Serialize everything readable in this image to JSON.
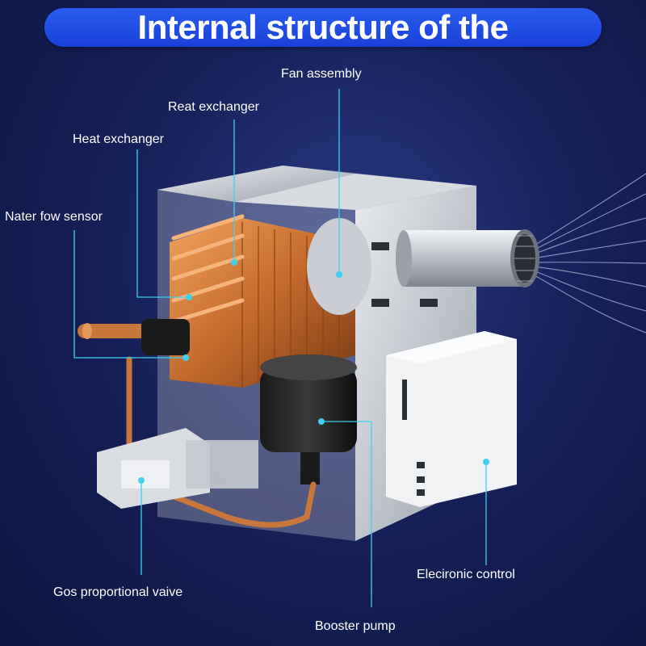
{
  "title": "Internal structure of the",
  "labels": {
    "fan_assembly": "Fan assembly",
    "reat_exchanger": "Reat exchanger",
    "heat_exchanger": "Heat exchanger",
    "water_flow_sensor": "Nater fow sensor",
    "gas_valve": "Gos proportional vaive",
    "booster_pump": "Booster pump",
    "electronic_control": "Elecironic control"
  },
  "colors": {
    "banner": "#1840d8",
    "background": "#17215a",
    "leader_line": "#3fd0f0",
    "copper": "#c8763a"
  }
}
